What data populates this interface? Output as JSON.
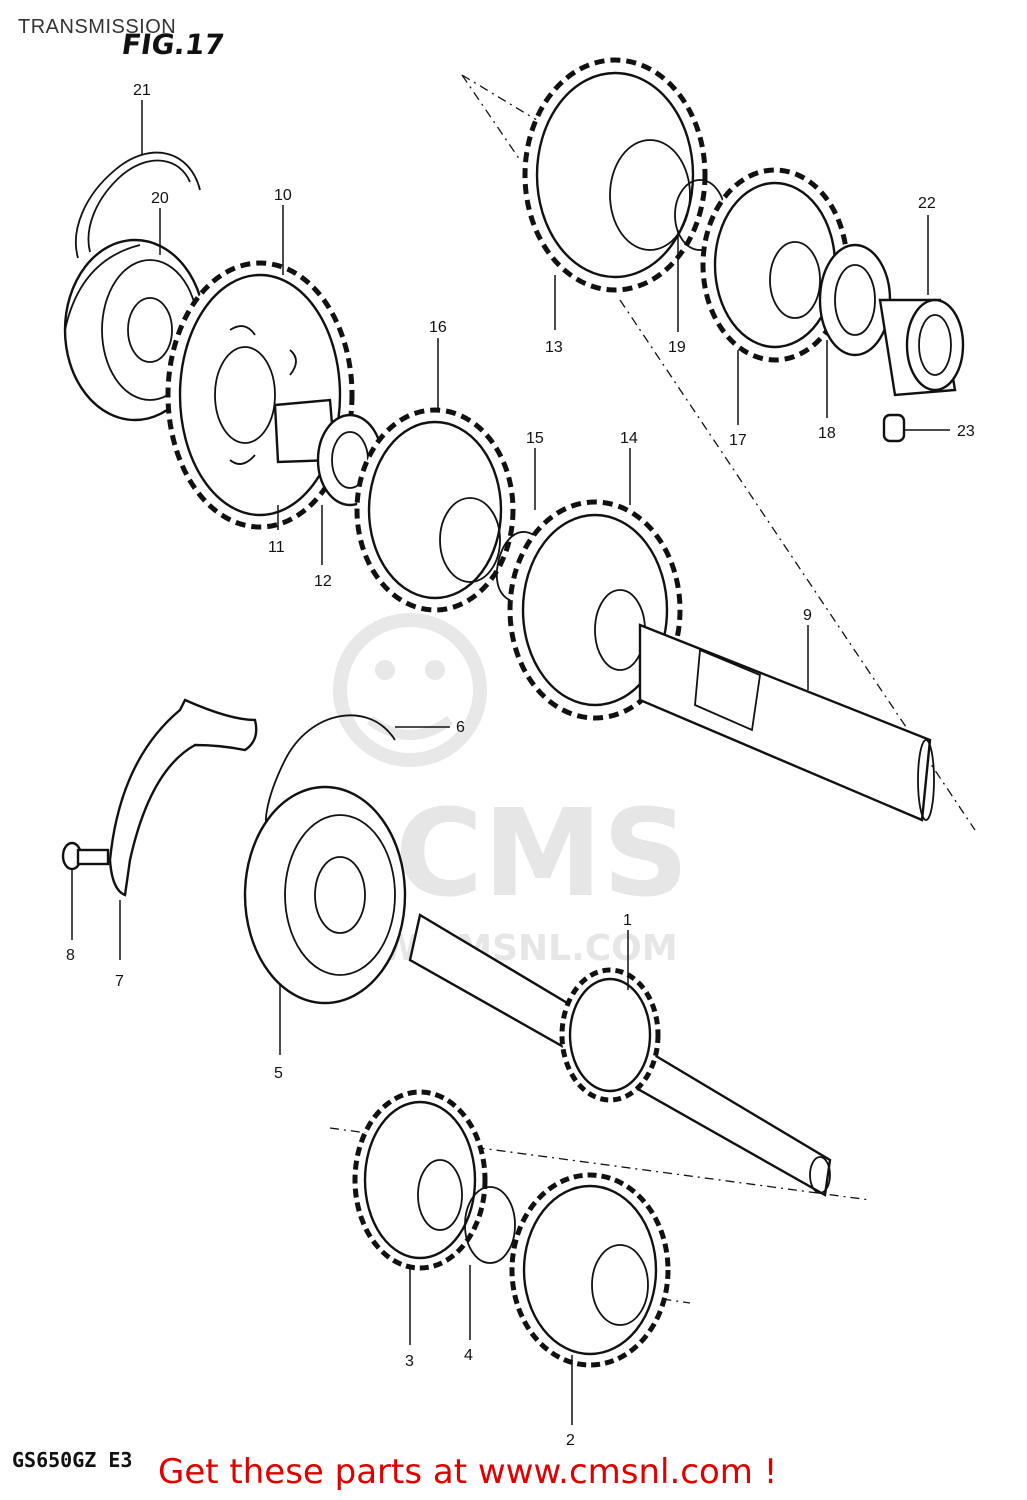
{
  "header": {
    "title": "TRANSMISSION",
    "figure": "FIG.17"
  },
  "footer": {
    "model": "GS650GZ E3",
    "cta": "Get these parts at www.cmsnl.com !"
  },
  "watermark": {
    "brand": "CMS",
    "url": "WWW.CMSNL.COM"
  },
  "callouts": [
    "1",
    "2",
    "3",
    "4",
    "5",
    "6",
    "7",
    "8",
    "9",
    "10",
    "11",
    "12",
    "13",
    "14",
    "15",
    "16",
    "17",
    "18",
    "19",
    "20",
    "21",
    "22",
    "23"
  ],
  "colors": {
    "cta": "#e00000",
    "line_art": "#111111",
    "watermark": "#e6e6e6"
  }
}
